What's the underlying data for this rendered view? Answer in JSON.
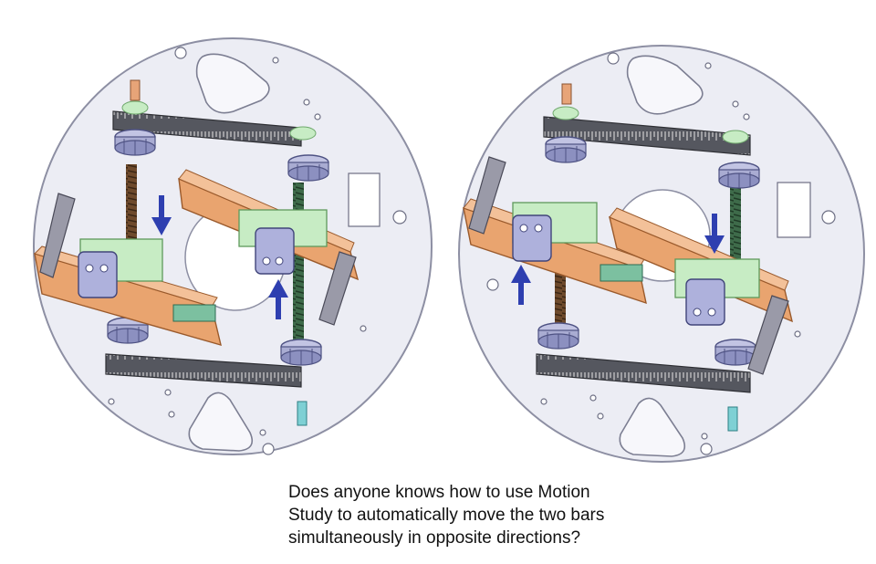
{
  "caption": {
    "lines": [
      "Does anyone knows how to use Motion",
      "Study to automatically move the two bars",
      "simultaneously in opposite directions?"
    ]
  },
  "colors": {
    "plate": "#ecedf4",
    "plate_edge": "#8d8fa3",
    "copper_bar": "#e9a46f",
    "copper_dark": "#b86f3b",
    "green_part": "#c7ecc4",
    "green_dark": "#6fa86c",
    "scale_bar": "#4d4f57",
    "knob": "#a9acd2",
    "knob_dark": "#5b5f8c",
    "lead_screw": "#6b4a2e",
    "arrow": "#2e3fb0",
    "lever": "#9a9aa8"
  },
  "icons": {
    "left_arrows": [
      "down-arrow-icon",
      "up-arrow-icon"
    ],
    "right_arrows": [
      "down-arrow-icon",
      "up-arrow-icon"
    ]
  }
}
